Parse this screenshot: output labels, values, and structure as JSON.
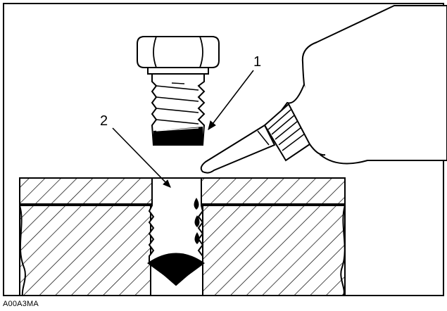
{
  "figure": {
    "callouts": [
      {
        "id": "1",
        "label": "1"
      },
      {
        "id": "2",
        "label": "2"
      }
    ],
    "reference_code": "A00A3MA",
    "colors": {
      "ink": "#000000",
      "background": "#ffffff"
    }
  }
}
